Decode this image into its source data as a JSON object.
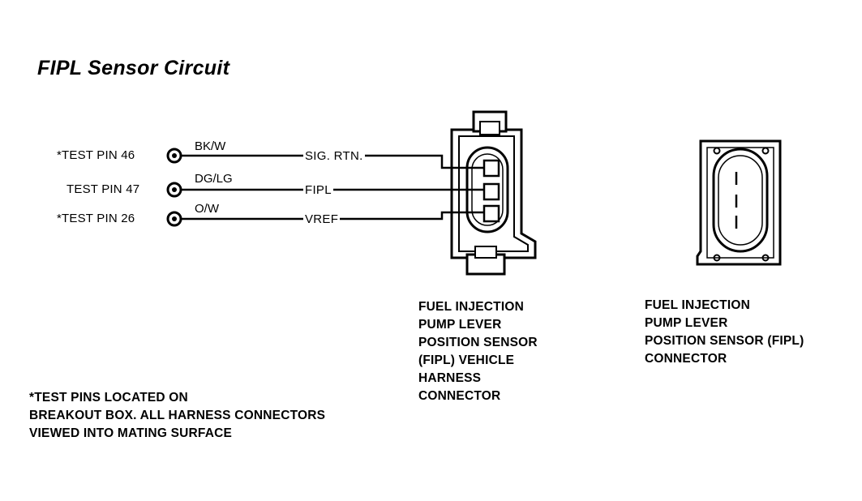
{
  "title": "FIPL Sensor Circuit",
  "pins": [
    {
      "label": "*TEST PIN 46",
      "wire": "BK/W",
      "signal": "SIG. RTN."
    },
    {
      "label": "TEST PIN 47",
      "wire": "DG/LG",
      "signal": "FIPL"
    },
    {
      "label": "*TEST PIN 26",
      "wire": "O/W",
      "signal": "VREF"
    }
  ],
  "vehicle_connector_caption": [
    "FUEL INJECTION",
    "PUMP LEVER",
    "POSITION SENSOR",
    "(FIPL) VEHICLE",
    "HARNESS",
    "CONNECTOR"
  ],
  "sensor_connector_caption": [
    "FUEL INJECTION",
    "PUMP LEVER",
    "POSITION SENSOR (FIPL)",
    "CONNECTOR"
  ],
  "footnote": [
    "*TEST PINS LOCATED ON",
    "BREAKOUT BOX. ALL HARNESS CONNECTORS",
    "VIEWED INTO MATING SURFACE"
  ]
}
